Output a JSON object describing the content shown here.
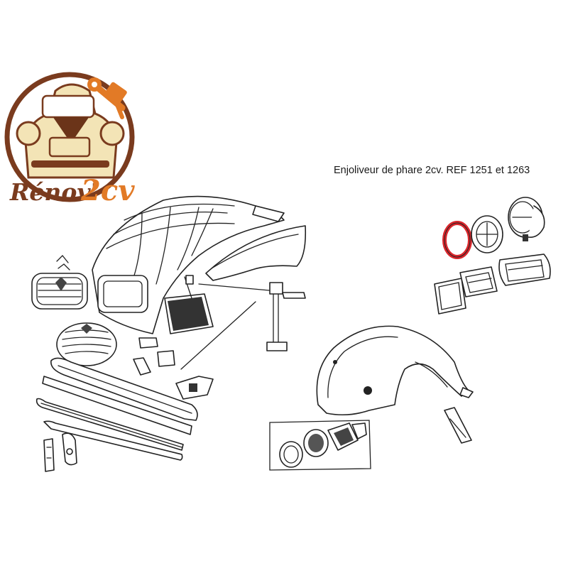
{
  "logo": {
    "brand_main": "Rénov'",
    "brand_accent": "2cv",
    "colors": {
      "brown": "#7a3b1e",
      "orange": "#e27a26",
      "cream": "#f3e4b6"
    }
  },
  "caption": "Enjoliveur de phare 2cv. REF 1251 et 1263",
  "highlight_color": "#d9262c"
}
